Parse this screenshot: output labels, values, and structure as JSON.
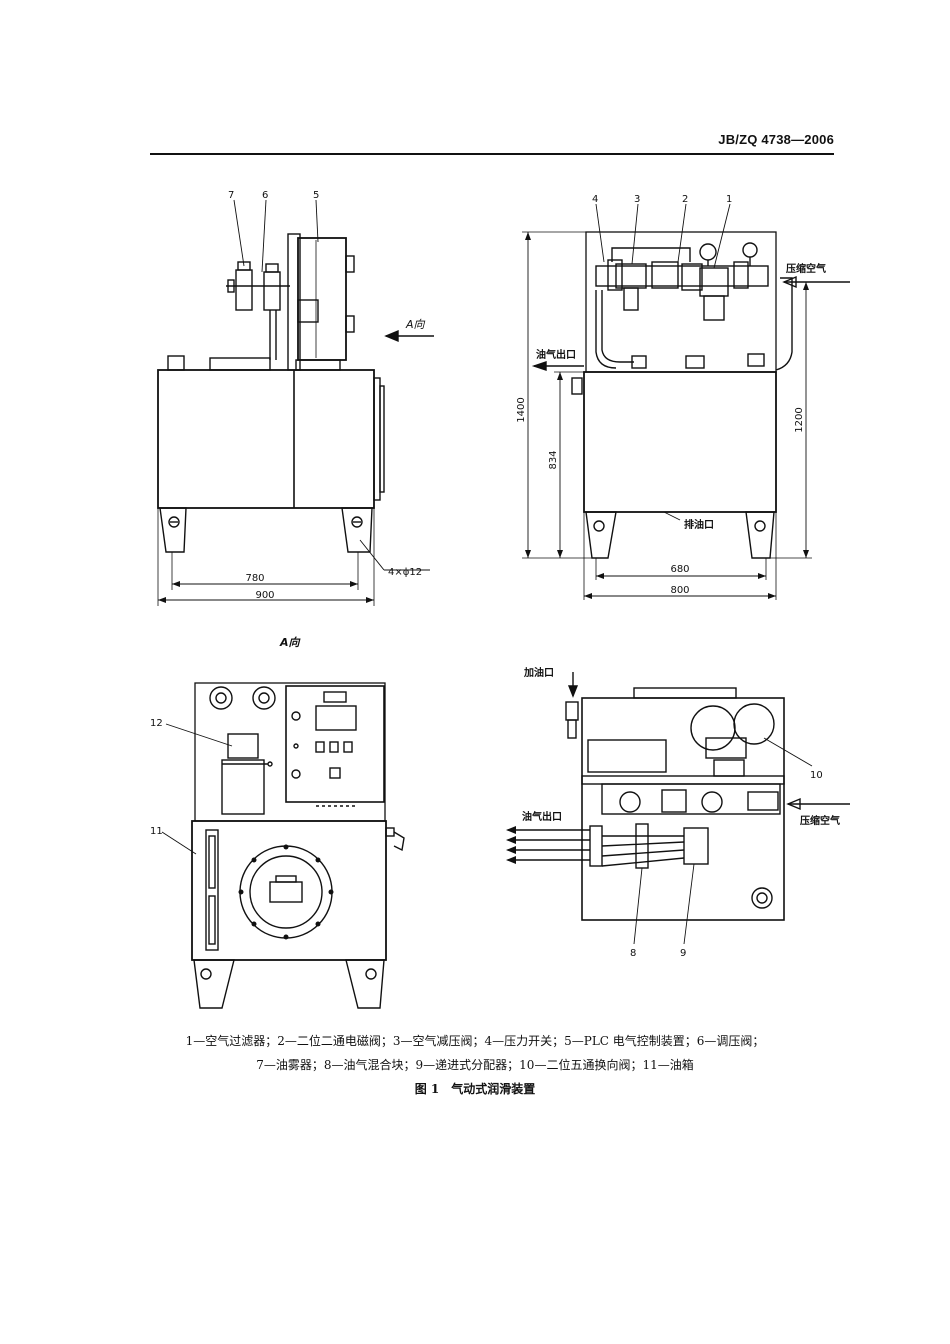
{
  "header": {
    "standard_code": "JB/ZQ 4738—2006"
  },
  "views": {
    "front": {
      "callouts": [
        "7",
        "6",
        "5"
      ],
      "direction_label": "A向",
      "dims": {
        "inner_width": "780",
        "outer_width": "900",
        "holes": "4×ϕ12"
      }
    },
    "side": {
      "callouts": [
        "4",
        "3",
        "2",
        "1"
      ],
      "compressed_air": "压缩空气",
      "oil_gas_outlet": "油气出口",
      "drain_outlet": "排油口",
      "dims": {
        "total_height": "1400",
        "tank_height": "834",
        "inlet_height": "1200",
        "inner_width": "680",
        "outer_width": "800"
      }
    },
    "a_view": {
      "title": "A向",
      "callouts": [
        "12",
        "11"
      ]
    },
    "top": {
      "fill_inlet": "加油口",
      "oil_gas_outlet": "油气出口",
      "compressed_air": "压缩空气",
      "callouts": [
        "10",
        "8",
        "9"
      ]
    }
  },
  "caption": {
    "legend_line1": "1—空气过滤器；2—二位二通电磁阀；3—空气减压阀；4—压力开关；5—PLC 电气控制装置；6—调压阀；",
    "legend_line2": "7—油雾器；8—油气混合块；9—递进式分配器；10—二位五通换向阀；11—油箱",
    "figure_title": "图 1　气动式润滑装置"
  }
}
